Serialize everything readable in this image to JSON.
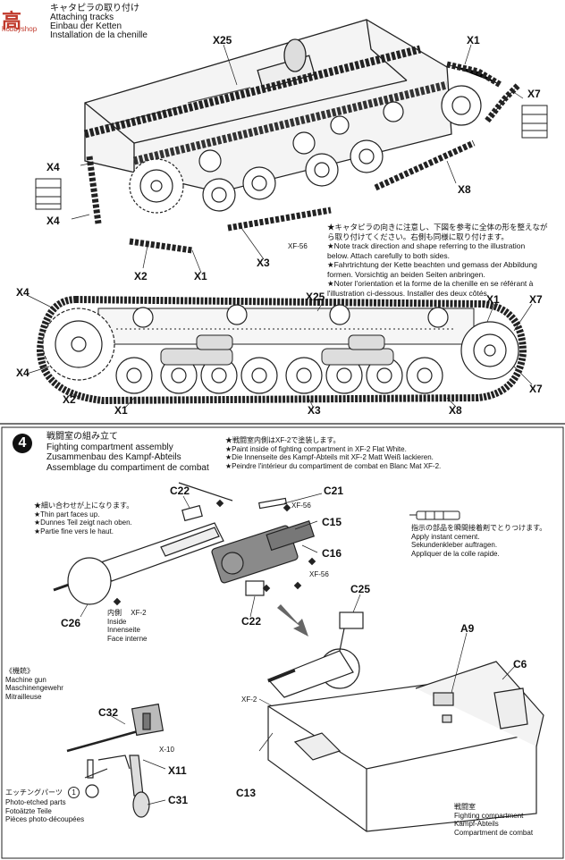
{
  "watermark": {
    "logo_text": "高",
    "site": "hobbyshop"
  },
  "step3": {
    "title_jp": "キャタピラの取り付け",
    "title_en": "Attaching tracks",
    "title_de": "Einbau der Ketten",
    "title_fr": "Installation de la chenille",
    "labels": {
      "x25_top": "X25",
      "x1_top": "X1",
      "x7_top": "X7",
      "x8_top": "X8",
      "x4_a": "X4",
      "x4_b": "X4",
      "x2_top": "X2",
      "x1_bottom": "X1",
      "x3_top": "X3",
      "xf56": "XF-56",
      "x4_c": "X4",
      "x4_d": "X4",
      "x25_bottom": "X25",
      "x1_right": "X1",
      "x7_right": "X7",
      "x7_right2": "X7",
      "x2_bottom": "X2",
      "x1_b2": "X1",
      "x3_b2": "X3",
      "x8_b2": "X8"
    },
    "note_lines": [
      "★キャタピラの向きに注意し、下図を参考に全体の形を整えなが",
      "ら取り付けてください。右側も同様に取り付けます。",
      "★Note track direction and shape referring to the illustration",
      "below. Attach carefully to both sides.",
      "★Fahrtrichtung der Kette beachten und gemass der Abbildung",
      "formen. Vorsichtig an beiden Seiten anbringen.",
      "★Noter l'orientation et la forme de la chenille en se référant à",
      "l'illustration ci-dessous. Installer des deux côtés."
    ]
  },
  "step4": {
    "number": "4",
    "title_jp": "戦闘室の組み立て",
    "title_en": "Fighting compartment assembly",
    "title_de": "Zusammenbau des Kampf-Abteils",
    "title_fr": "Assemblage du compartiment de combat",
    "paint_note": [
      "★戦闘室内側はXF-2で塗装します。",
      "★Paint inside of fighting compartment in XF-2 Flat White.",
      "★Die Innenseite des Kampf-Abteils mit XF-2 Matt Weiß lackieren.",
      "★Peindre l'intérieur du compartiment de combat en Blanc Mat XF-2."
    ],
    "thin_note": [
      "★細い合わせが上になります。",
      "★Thin part faces up.",
      "★Dunnes Teil zeigt nach oben.",
      "★Partie fine vers le haut."
    ],
    "glue_note": [
      "指示の部品を瞬間接着剤でとりつけます。",
      "Apply instant cement.",
      "Sekundenkleber auftragen.",
      "Appliquer de la colle rapide."
    ],
    "inside_note": [
      "内側",
      "XF-2",
      "Inside",
      "Innenseite",
      "Face interne"
    ],
    "mg_note": [
      "《機銃》",
      "Machine gun",
      "Maschinengewehr",
      "Mitrailleuse"
    ],
    "pe_note": [
      "エッチングパーツ",
      "Photo-etched parts",
      "Fotoätzte Teile",
      "Pièces photo-découpées"
    ],
    "pe_num": "1",
    "fc_note": [
      "戦闘室",
      "Fighting compartment",
      "Kampf-Abteils",
      "Compartment de combat"
    ],
    "labels": {
      "c22_top": "C22",
      "c21": "C21",
      "xf56_a": "XF-56",
      "c15": "C15",
      "c16": "C16",
      "xf56_b": "XF-56",
      "c26": "C26",
      "c22_bottom": "C22",
      "c25": "C25",
      "a9": "A9",
      "c6": "C6",
      "xf2": "XF-2",
      "c32": "C32",
      "x10": "X-10",
      "x11": "X11",
      "c31": "C31",
      "c13": "C13"
    }
  },
  "colors": {
    "ink": "#111111",
    "paper": "#ffffff",
    "shade": "#8a8a8a"
  }
}
